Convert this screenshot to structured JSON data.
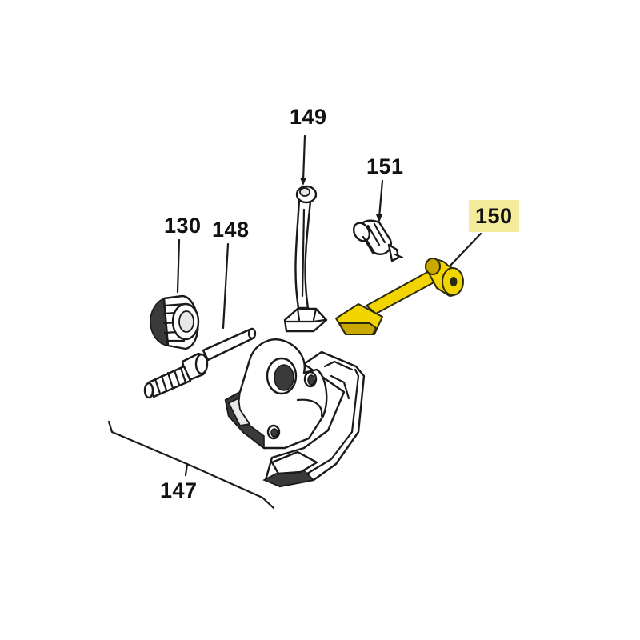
{
  "callouts": [
    {
      "id": "149",
      "label": "149"
    },
    {
      "id": "151",
      "label": "151"
    },
    {
      "id": "150",
      "label": "150",
      "highlighted": true
    },
    {
      "id": "130",
      "label": "130"
    },
    {
      "id": "148",
      "label": "148"
    },
    {
      "id": "147",
      "label": "147"
    }
  ],
  "colors": {
    "highlight_part": "#f2d400",
    "highlight_label_bg": "#f3ea9a",
    "ink": "#1a1a1a"
  }
}
